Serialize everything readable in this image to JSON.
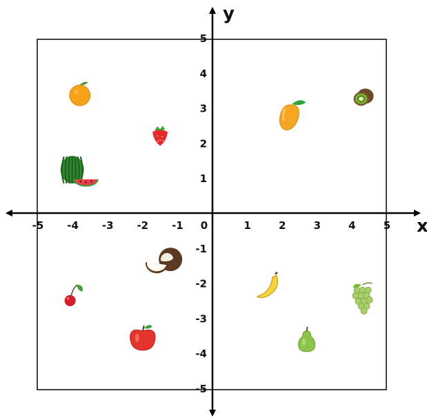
{
  "axes": {
    "x_label": "x",
    "y_label": "y",
    "x_ticks": [
      "-5",
      "-4",
      "-3",
      "-2",
      "-1",
      "0",
      "1",
      "2",
      "3",
      "4",
      "5"
    ],
    "y_ticks_pos": [
      "1",
      "2",
      "3",
      "4",
      "5"
    ],
    "y_ticks_neg": [
      "-1",
      "-2",
      "-3",
      "-4",
      "-5"
    ]
  },
  "fruits": [
    {
      "name": "orange",
      "x": -3.8,
      "y": 3.4
    },
    {
      "name": "strawberry",
      "x": -1.5,
      "y": 2.2
    },
    {
      "name": "watermelon",
      "x": -3.9,
      "y": 1.2
    },
    {
      "name": "mango",
      "x": 2.2,
      "y": 2.8
    },
    {
      "name": "kiwi",
      "x": 4.3,
      "y": 3.3
    },
    {
      "name": "coconut",
      "x": -1.4,
      "y": -1.4
    },
    {
      "name": "cherry",
      "x": -4.0,
      "y": -2.4
    },
    {
      "name": "apple",
      "x": -2.0,
      "y": -3.6
    },
    {
      "name": "banana",
      "x": 1.6,
      "y": -2.1
    },
    {
      "name": "grapes",
      "x": 4.3,
      "y": -2.4
    },
    {
      "name": "pear",
      "x": 2.7,
      "y": -3.6
    }
  ]
}
